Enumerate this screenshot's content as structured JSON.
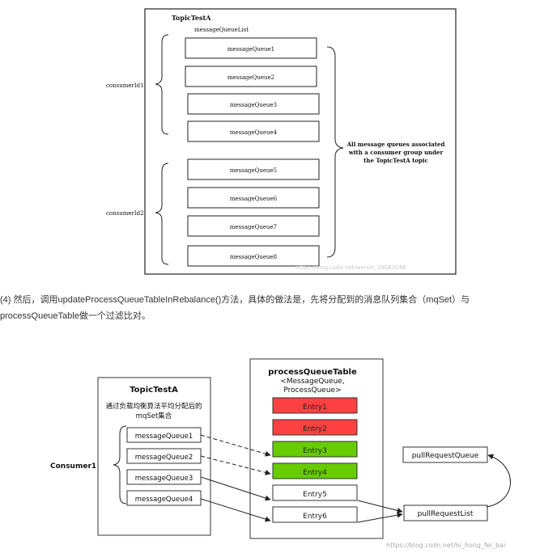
{
  "diagram1": {
    "title": "TopicTestA",
    "list_label": "messageQueueList",
    "queues": [
      "messageQueue1",
      "messageQueue2",
      "messageQueue3",
      "messageQueue4",
      "messageQueue5",
      "messageQueue6",
      "messageQueue7",
      "messageQueue8"
    ],
    "consumer_groups": [
      "consumerId1",
      "consumerId2"
    ],
    "note_lines": [
      "All message queues associated",
      "with a consumer group under",
      "the TopicTestA topic"
    ],
    "watermark": "https://blog.csdn.net/weixin_38083048"
  },
  "description": {
    "line1": "(4) 然后，调用updateProcessQueueTableInRebalance()方法，具体的做法是，先将分配到的消息队列集合（mqSet）与",
    "line2": "processQueueTable做一个过滤比对。"
  },
  "diagram2": {
    "topic_title": "TopicTestA",
    "topic_sub1": "通过负载均衡算法平均分配后的",
    "topic_sub2": "mqSet集合",
    "consumer_label": "Consumer1",
    "queues": [
      "messageQueue1",
      "messageQueue2",
      "messageQueue3",
      "messageQueue4"
    ],
    "table_title": "processQueueTable",
    "table_sub1": "<MessageQueue,",
    "table_sub2": "ProcessQueue>",
    "entries": [
      {
        "label": "Entry1",
        "color": "#ff4040"
      },
      {
        "label": "Entry2",
        "color": "#ff4040"
      },
      {
        "label": "Entry3",
        "color": "#66cc00"
      },
      {
        "label": "Entry4",
        "color": "#66cc00"
      },
      {
        "label": "Entry5",
        "color": "#ffffff"
      },
      {
        "label": "Entry6",
        "color": "#ffffff"
      }
    ],
    "pull_request_queue": "pullRequestQueue",
    "pull_request_list": "pullRequestList",
    "watermark": "https://blog.csdn.net/hi_hong_fei_bai"
  }
}
